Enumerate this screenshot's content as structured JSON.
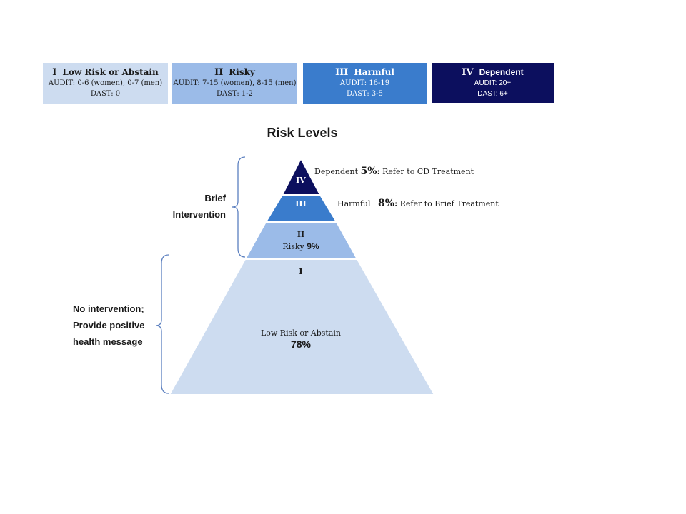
{
  "legend": [
    {
      "numeral": "I",
      "name": "Low Risk or Abstain",
      "audit": "AUDIT: 0-6 (women), 0-7 (men)",
      "dast": "DAST: 0",
      "color": "#cddcf0"
    },
    {
      "numeral": "II",
      "name": "Risky",
      "audit": "AUDIT: 7-15 (women), 8-15 (men)",
      "dast": "DAST: 1-2",
      "color": "#9bbbe8"
    },
    {
      "numeral": "III",
      "name": "Harmful",
      "audit": "AUDIT: 16-19",
      "dast": "DAST: 3-5",
      "color": "#3a7ccc"
    },
    {
      "numeral": "IV",
      "name": "Dependent",
      "audit": "AUDIT: 20+",
      "dast": "DAST: 6+",
      "color": "#0c0f5e"
    }
  ],
  "title": "Risk Levels",
  "pyramid": {
    "level4": {
      "numeral": "IV",
      "name": "Dependent",
      "percent": "5%",
      "action": "Refer to CD Treatment"
    },
    "level3": {
      "numeral": "III",
      "name": "Harmful",
      "percent": "8%",
      "action": "Refer to Brief Treatment"
    },
    "level2": {
      "numeral": "II",
      "name": "Risky",
      "percent": "9%"
    },
    "level1": {
      "numeral": "I",
      "name": "Low Risk or Abstain",
      "percent": "78%"
    }
  },
  "brackets": {
    "brief": [
      "Brief",
      "Intervention"
    ],
    "none": [
      "No intervention;",
      "Provide positive",
      "health message"
    ]
  },
  "colors": {
    "bracket": "#5b7fbf"
  }
}
